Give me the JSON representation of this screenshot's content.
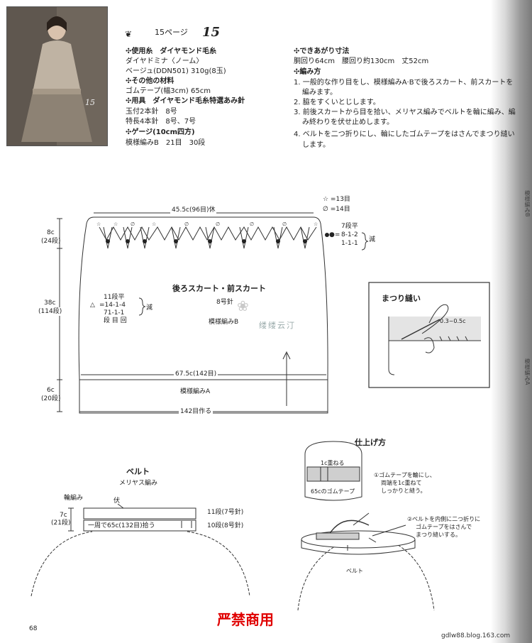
{
  "header": {
    "page_ref": "15ページ",
    "pattern_no": "15",
    "photo_label": "15"
  },
  "materials": {
    "yarn_heading": "✣使用糸　ダイヤモンド毛糸",
    "yarn_name": "ダイヤドミナ〈ノーム〉",
    "yarn_color": "ベージュ(DDN501) 310g(8玉)",
    "other_heading": "✣その他の材料",
    "other_item": "ゴムテープ(幅3cm) 65cm",
    "tools_heading": "✣用具　ダイヤモンド毛糸特選あみ針",
    "tool_1": "玉付2本針　8号",
    "tool_2": "特長4本針　8号、7号",
    "gauge_heading": "✣ゲージ(10cm四方)",
    "gauge_value": "模様編みB　21目　30段"
  },
  "finished": {
    "size_heading": "✣できあがり寸法",
    "size_value": "胴回り64cm　腰回り約130cm　丈52cm",
    "method_heading": "✣編み方",
    "steps": [
      "1. 一般的な作り目をし、模様編みA·Bで後ろスカート、前スカートを",
      "編みます。",
      "2. 脇をすくいとじします。",
      "3. 前後スカートから目を拾い、メリヤス編みでベルトを輪に編み、編",
      "み終わりを伏せ止めします。",
      "4. ベルトを二つ折りにし、輪にしたゴムテープをはさんでまつり縫い",
      "します。"
    ]
  },
  "legend": {
    "star": "☆ =13目",
    "phi": "∅ =14目",
    "dec_1": "7段平",
    "dec_2": "8-1-2",
    "dec_3": "1-1-1",
    "dec_label": "減",
    "dot": "●="
  },
  "skirt": {
    "top_width": "45.5c(96目)休",
    "side_top_1": "8c",
    "side_top_2": "(24段)",
    "side_mid_1": "38c",
    "side_mid_2": "(114段)",
    "side_bot_1": "6c",
    "side_bot_2": "(20段)",
    "title": "後ろスカート・前スカート",
    "needle": "8号針",
    "pattern_b": "模様編みB",
    "watermark": "缕缕云汀",
    "inc_1": "11段平",
    "inc_2": "=14-1-4",
    "inc_3": "71-1-1",
    "inc_4": "段 目 回",
    "inc_tri": "△",
    "inc_label": "減",
    "hem_width": "67.5c(142目)",
    "pattern_a": "模様編みA",
    "cast_on": "142目作る"
  },
  "stitch_box": {
    "title": "まつり縫い",
    "dim": "0.3~0.5c"
  },
  "belt": {
    "title": "ベルト",
    "subtitle": "メリヤス編み",
    "rib": "輪編み",
    "bind": "伏",
    "h_1": "7c",
    "h_2": "(21段)",
    "upper": "11段(7号針)",
    "lower": "10段(8号針)",
    "pickup": "一周で65c(132目)拾う"
  },
  "finish": {
    "title": "仕上げ方",
    "overlap": "1c重ねる",
    "tape": "65cのゴムテープ",
    "note1_1": "①ゴムテープを輪にし、",
    "note1_2": "両端を1c重ねて",
    "note1_3": "しっかりと縫う。",
    "note2_1": "②ベルトを内側に二つ折りに",
    "note2_2": "ゴムテープをはさんで",
    "note2_3": "まつり縫いする。",
    "belt_label": "ベルト"
  },
  "spine": {
    "label_1": "模様編みB",
    "label_2": "模様編みA"
  },
  "footer": {
    "page_number": "68",
    "stamp": "严禁商用",
    "site": "gdlw88.blog.163.com"
  }
}
